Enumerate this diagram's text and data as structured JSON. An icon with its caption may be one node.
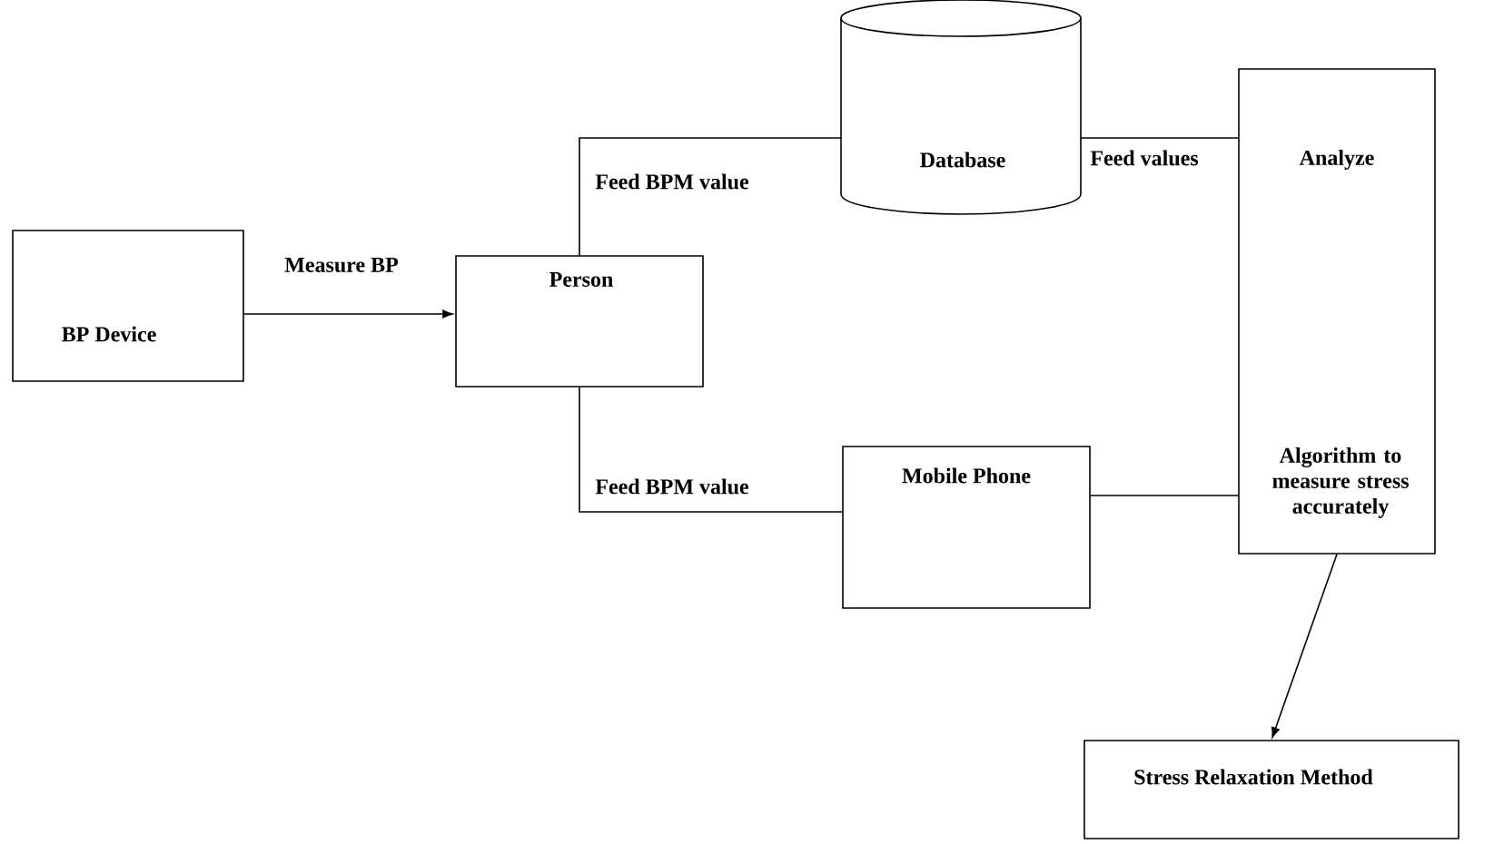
{
  "diagram": {
    "nodes": [
      {
        "text": [
          "BP Device"
        ]
      },
      {
        "text": [
          "Person"
        ]
      },
      {
        "text": [
          "Database"
        ]
      },
      {
        "text": [
          "Mobile Phone"
        ]
      },
      {
        "text": [
          "Analyze",
          "Algorithm to measure stress accurately"
        ]
      },
      {
        "text": [
          "Stress Relaxation Method"
        ]
      }
    ],
    "edges": [
      {
        "from": 0,
        "to": 1,
        "arrow": "to",
        "label": "Measure BP"
      },
      {
        "from": 1,
        "to": 2,
        "arrow": "none",
        "label": "Feed BPM value"
      },
      {
        "from": 1,
        "to": 3,
        "arrow": "none",
        "label": "Feed BPM value"
      },
      {
        "from": 2,
        "to": 4,
        "arrow": "none",
        "label": "Feed values"
      },
      {
        "from": 3,
        "to": 4,
        "arrow": "none"
      },
      {
        "from": 4,
        "to": 5,
        "arrow": "to"
      }
    ]
  }
}
